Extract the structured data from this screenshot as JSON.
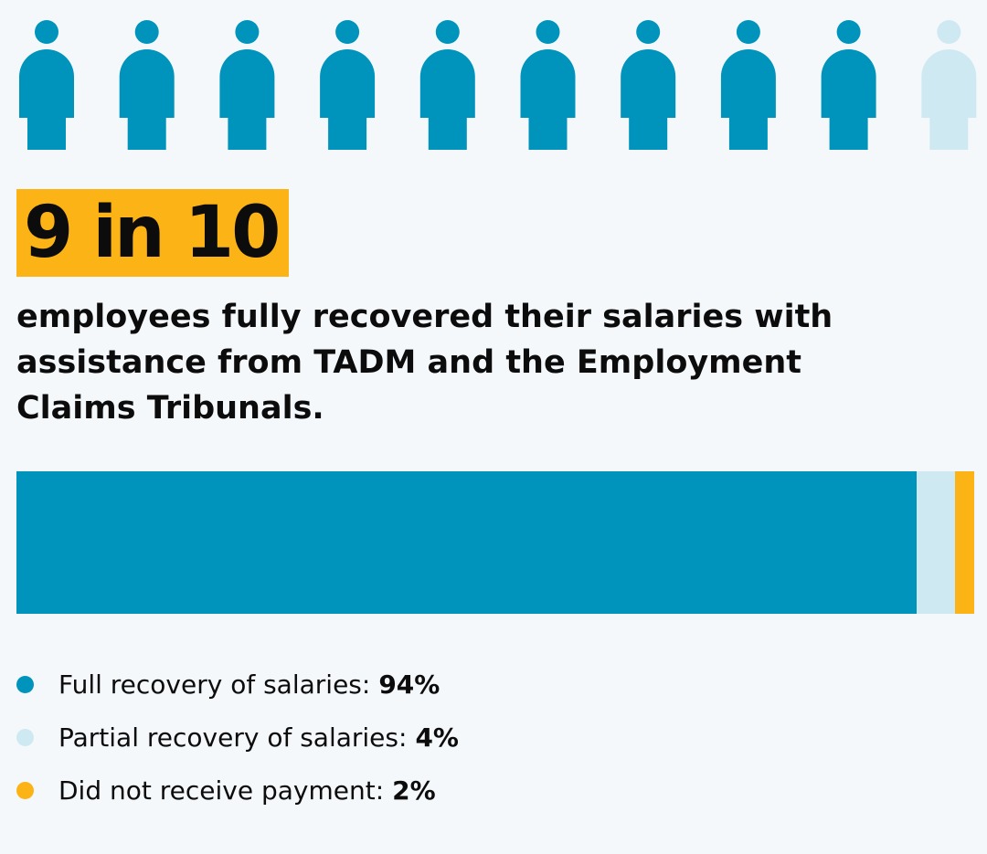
{
  "pictogram": {
    "total": 10,
    "highlighted": 9,
    "highlight_color": "#0094bd",
    "muted_color": "#cfe9f2",
    "icon": "person-icon"
  },
  "headline": {
    "text": "9 in 10",
    "highlight_color": "#fcb316"
  },
  "subtext": "employees fully recovered their salaries with assistance from TADM and the Employment Claims Tribunals.",
  "chart_data": {
    "type": "bar",
    "stacked": true,
    "orientation": "horizontal",
    "unit": "%",
    "segments": [
      {
        "label": "Full recovery of salaries:",
        "value_text": "94%",
        "value": 94,
        "color": "#0094bd"
      },
      {
        "label": "Partial recovery of salaries:",
        "value_text": "4%",
        "value": 4,
        "color": "#cfe9f2"
      },
      {
        "label": "Did not receive payment:",
        "value_text": "2%",
        "value": 2,
        "color": "#fcb316"
      }
    ]
  }
}
